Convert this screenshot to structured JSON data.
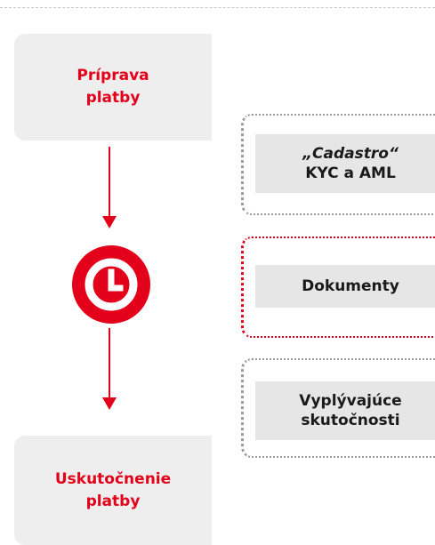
{
  "diagram": {
    "steps": {
      "start": {
        "line1": "Príprava",
        "line2": "platby"
      },
      "end": {
        "line1": "Uskutočnenie",
        "line2": "platby"
      }
    },
    "checks": [
      {
        "line1": "„Cadastro“",
        "line2": "KYC a AML"
      },
      {
        "line1": "Dokumenty"
      },
      {
        "line1": "Vyplývajúce",
        "line2": "skutočnosti"
      }
    ],
    "icons": {
      "wait": "clock-icon"
    },
    "colors": {
      "accent": "#e2001a",
      "box_fill": "#eeeeee",
      "inner_fill": "#e6e6e6",
      "dotted_neutral": "#9a9a9a",
      "text_dark": "#1a1a1a"
    }
  }
}
